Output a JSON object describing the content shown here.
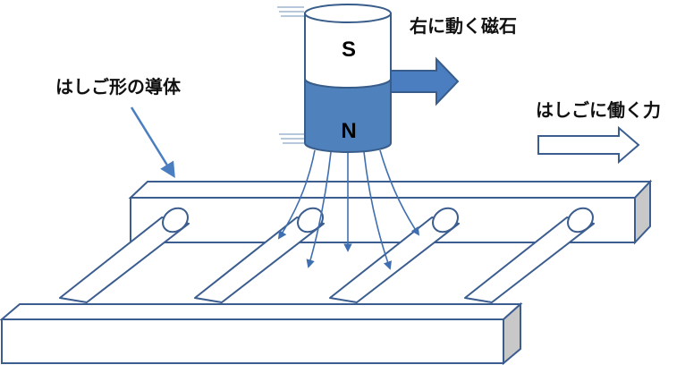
{
  "labels": {
    "magnet_moves_right": "右に動く磁石",
    "ladder_conductor": "はしご形の導体",
    "force_on_ladder": "はしごに働く力"
  },
  "magnet": {
    "south_pole": "S",
    "north_pole": "N"
  },
  "colors": {
    "magnet_blue": "#4f81bd",
    "magnet_blue_dark": "#385d8a",
    "outline": "#3b5d8f",
    "arrow_blue": "#3f6fb0",
    "bar_end_gray": "#c8c8c8"
  }
}
